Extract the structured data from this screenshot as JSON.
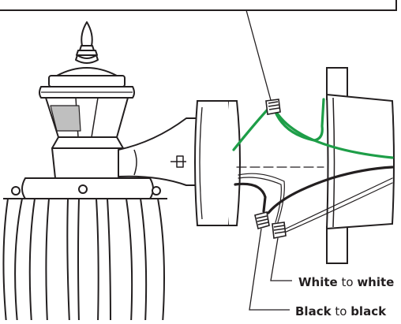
{
  "labels": {
    "white": {
      "strong1": "White",
      "mid": " to ",
      "strong2": "white"
    },
    "black": {
      "strong1": "Black",
      "mid": " to ",
      "strong2": "black"
    }
  },
  "colors": {
    "line": "#231f20",
    "ground_wire": "#1e9e48",
    "black_wire": "#231f20",
    "background": "#ffffff",
    "sensor_window": "#bfbfbf"
  }
}
